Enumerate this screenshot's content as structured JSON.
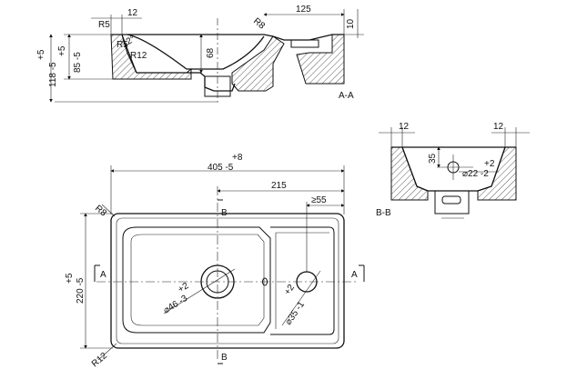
{
  "views": {
    "section_aa": {
      "label": "A-A",
      "dims": {
        "top_thickness": "10",
        "tap_width": "125",
        "rim": "12",
        "r5_a": "R5",
        "r5_b": "R5",
        "r8": "R8",
        "r12": "R12",
        "angle": "12°",
        "depth": "68",
        "h_inner_tol": "+5",
        "h_inner_val": "85 -5",
        "h_outer_tol": "+5",
        "h_outer_val": "118 -5"
      }
    },
    "section_bb": {
      "label": "B-B",
      "dims": {
        "rim_left": "12",
        "rim_right": "12",
        "height": "35",
        "hole_tol": "+2",
        "hole_val": "⌀22 -2"
      }
    },
    "plan": {
      "dims": {
        "overall_tol": "+8",
        "overall_val": "405 -5",
        "right_part": "215",
        "min_width": "≥55",
        "depth_tol": "+5",
        "depth_val": "220 -5",
        "drain_tol": "+2",
        "drain_val": "⌀46 -3",
        "tap_tol": "+2",
        "tap_val": "⌀35 -1",
        "r8": "R8",
        "r12": "R12"
      },
      "markers": {
        "a_left": "A",
        "a_right": "A",
        "b_top": "B",
        "b_bottom": "B"
      }
    }
  }
}
